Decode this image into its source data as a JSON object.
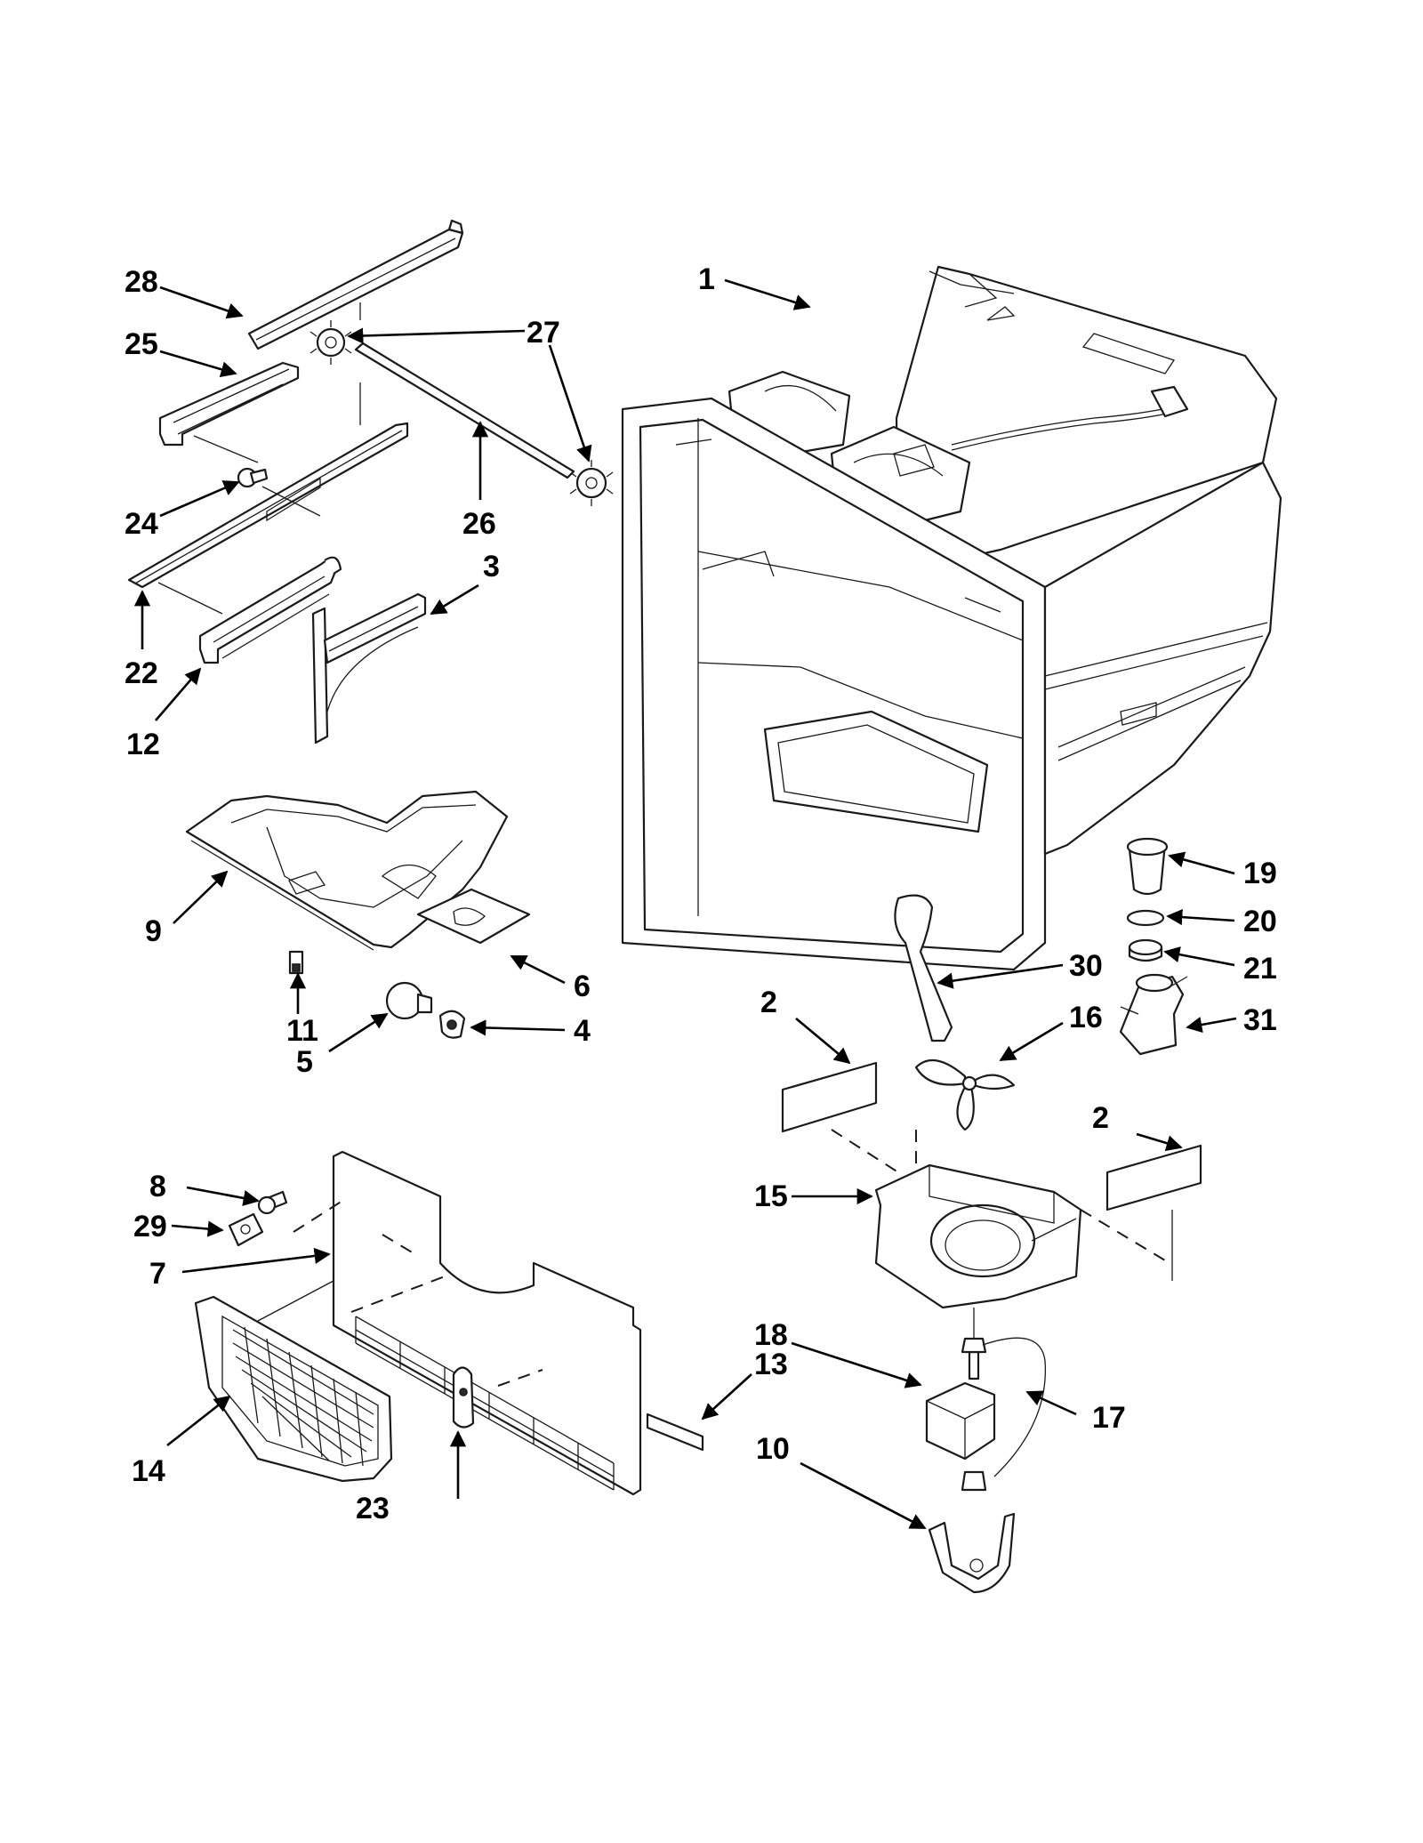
{
  "callouts": [
    {
      "id": "1",
      "text": "1"
    },
    {
      "id": "2a",
      "text": "2"
    },
    {
      "id": "2b",
      "text": "2"
    },
    {
      "id": "3",
      "text": "3"
    },
    {
      "id": "4",
      "text": "4"
    },
    {
      "id": "5",
      "text": "5"
    },
    {
      "id": "6",
      "text": "6"
    },
    {
      "id": "7",
      "text": "7"
    },
    {
      "id": "8",
      "text": "8"
    },
    {
      "id": "9",
      "text": "9"
    },
    {
      "id": "10",
      "text": "10"
    },
    {
      "id": "11",
      "text": "11"
    },
    {
      "id": "12",
      "text": "12"
    },
    {
      "id": "13",
      "text": "13"
    },
    {
      "id": "14",
      "text": "14"
    },
    {
      "id": "15",
      "text": "15"
    },
    {
      "id": "16",
      "text": "16"
    },
    {
      "id": "17",
      "text": "17"
    },
    {
      "id": "18",
      "text": "18"
    },
    {
      "id": "19",
      "text": "19"
    },
    {
      "id": "20",
      "text": "20"
    },
    {
      "id": "21",
      "text": "21"
    },
    {
      "id": "22",
      "text": "22"
    },
    {
      "id": "23",
      "text": "23"
    },
    {
      "id": "24",
      "text": "24"
    },
    {
      "id": "25",
      "text": "25"
    },
    {
      "id": "26",
      "text": "26"
    },
    {
      "id": "27",
      "text": "27"
    },
    {
      "id": "28",
      "text": "28"
    },
    {
      "id": "29",
      "text": "29"
    },
    {
      "id": "30",
      "text": "30"
    },
    {
      "id": "31",
      "text": "31"
    }
  ]
}
